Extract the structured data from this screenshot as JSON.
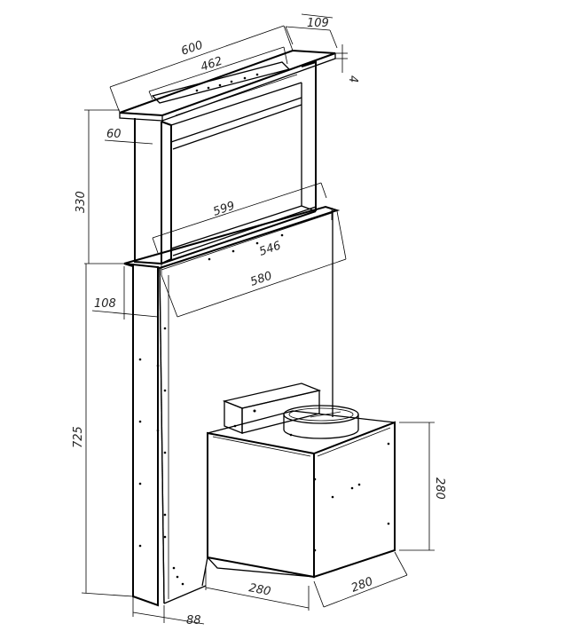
{
  "dimensions": {
    "top_width": "600",
    "top_depth": "109",
    "top_inner_width": "462",
    "top_thickness": "4",
    "head_side": "60",
    "head_height": "330",
    "head_panel_width": "599",
    "head_inner_width": "546",
    "body_width": "580",
    "body_depth": "108",
    "body_height": "725",
    "base_depth": "88",
    "motor_width": "280",
    "motor_depth": "280",
    "motor_height": "280"
  }
}
